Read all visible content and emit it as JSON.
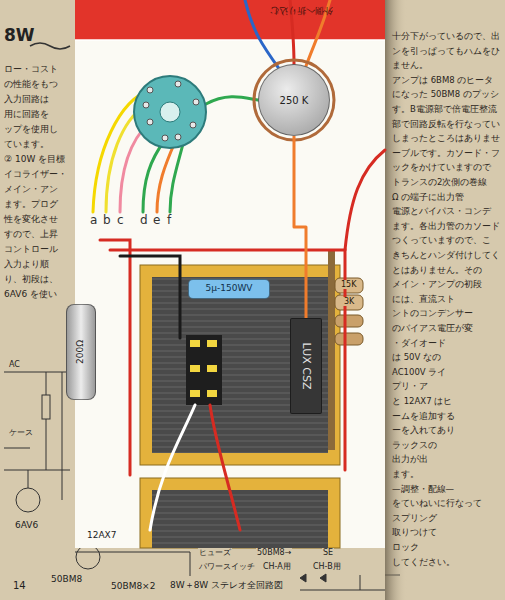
{
  "diagram": {
    "caption": "8W＋8W ステレオ全回路図",
    "nodes": [
      {
        "text": [
          "250 K"
        ]
      },
      {
        "text": [
          "5μ-150WV"
        ]
      },
      {
        "text": [
          "LUX CSZ"
        ]
      },
      {
        "text": [
          "200Ω"
        ]
      }
    ],
    "edges": [
      {
        "from": 0,
        "to": 2,
        "arrow": "none"
      }
    ],
    "labels": [
      "8W",
      "ロー・コスト",
      "の性能をもつ",
      "入力回路は",
      "用に回路を",
      "ップを使用し",
      "ています。",
      "② 10W を目標",
      "イコライザー・",
      "メイン・アン",
      "ます。プログ",
      "性を変化させ",
      "すので、上昇",
      "コントロール",
      "入力より順",
      "り、初段は、",
      "6AV6 を使い",
      "十分下がっているので、出",
      "ンを引っぱってもハムをひ",
      "ません。",
      "アンプは 6BM8 のヒータ",
      "になった 50BM8 のプッシ",
      "す。B電源部で倍電圧整流",
      "部で回路反転を行なってい",
      "しまったところはありませ",
      "ーブルです。カソード・フ",
      "ックをかけていますので",
      "トランスの2次側の巻線",
      "Ω の端子に出力管",
      "電源とバイパス・コンデ",
      "ます。各出力管のカソード",
      "つくっていますので、こ",
      "きちんとハンダ付けしてく",
      "とはありません。その",
      "メイン・アンプの初段",
      "には、直流スト",
      "ントのコンデンサー",
      "のバイアス電圧が変",
      "・ダイオード",
      "は 50V なの",
      "AC100V ライ",
      "プリ・ア",
      "と 12AX7 はヒ",
      "ームを追加する",
      "ーを入れてあり",
      "ラックスの",
      "出力が出",
      "ます。",
      "—調整・配線—",
      "をていねいに行なって",
      "スプリング",
      "取りつけて",
      "ロック",
      "してください。",
      "外側へ折り込む",
      "a",
      "b",
      "c",
      "d",
      "e",
      "f",
      "15K",
      "3K",
      "AC",
      "6AV6",
      "12AX7",
      "50BM8",
      "ヒューズ",
      "パワースイッチ",
      "50BM8→",
      "CH-A用",
      "CH-B用",
      "SE",
      "50BM8×2",
      "14",
      "ケース"
    ]
  }
}
